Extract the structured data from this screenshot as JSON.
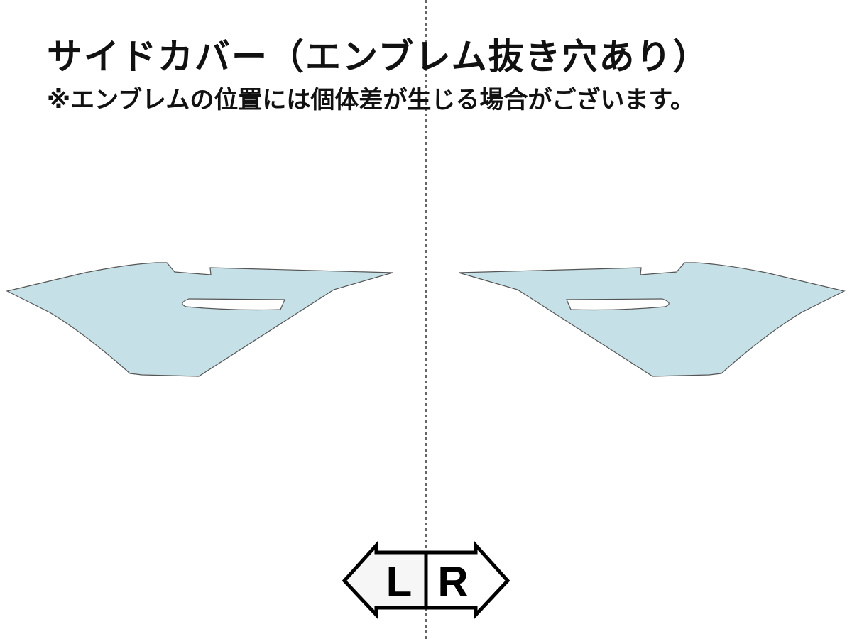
{
  "title": "サイドカバー（エンブレム抜き穴あり）",
  "note": "※エンブレムの位置には個体差が生じる場合がございます。",
  "direction": {
    "left_label": "L",
    "right_label": "R"
  },
  "colors": {
    "part_fill": "#c5e0e6",
    "part_stroke": "#555555",
    "arrow_stroke": "#000000"
  }
}
